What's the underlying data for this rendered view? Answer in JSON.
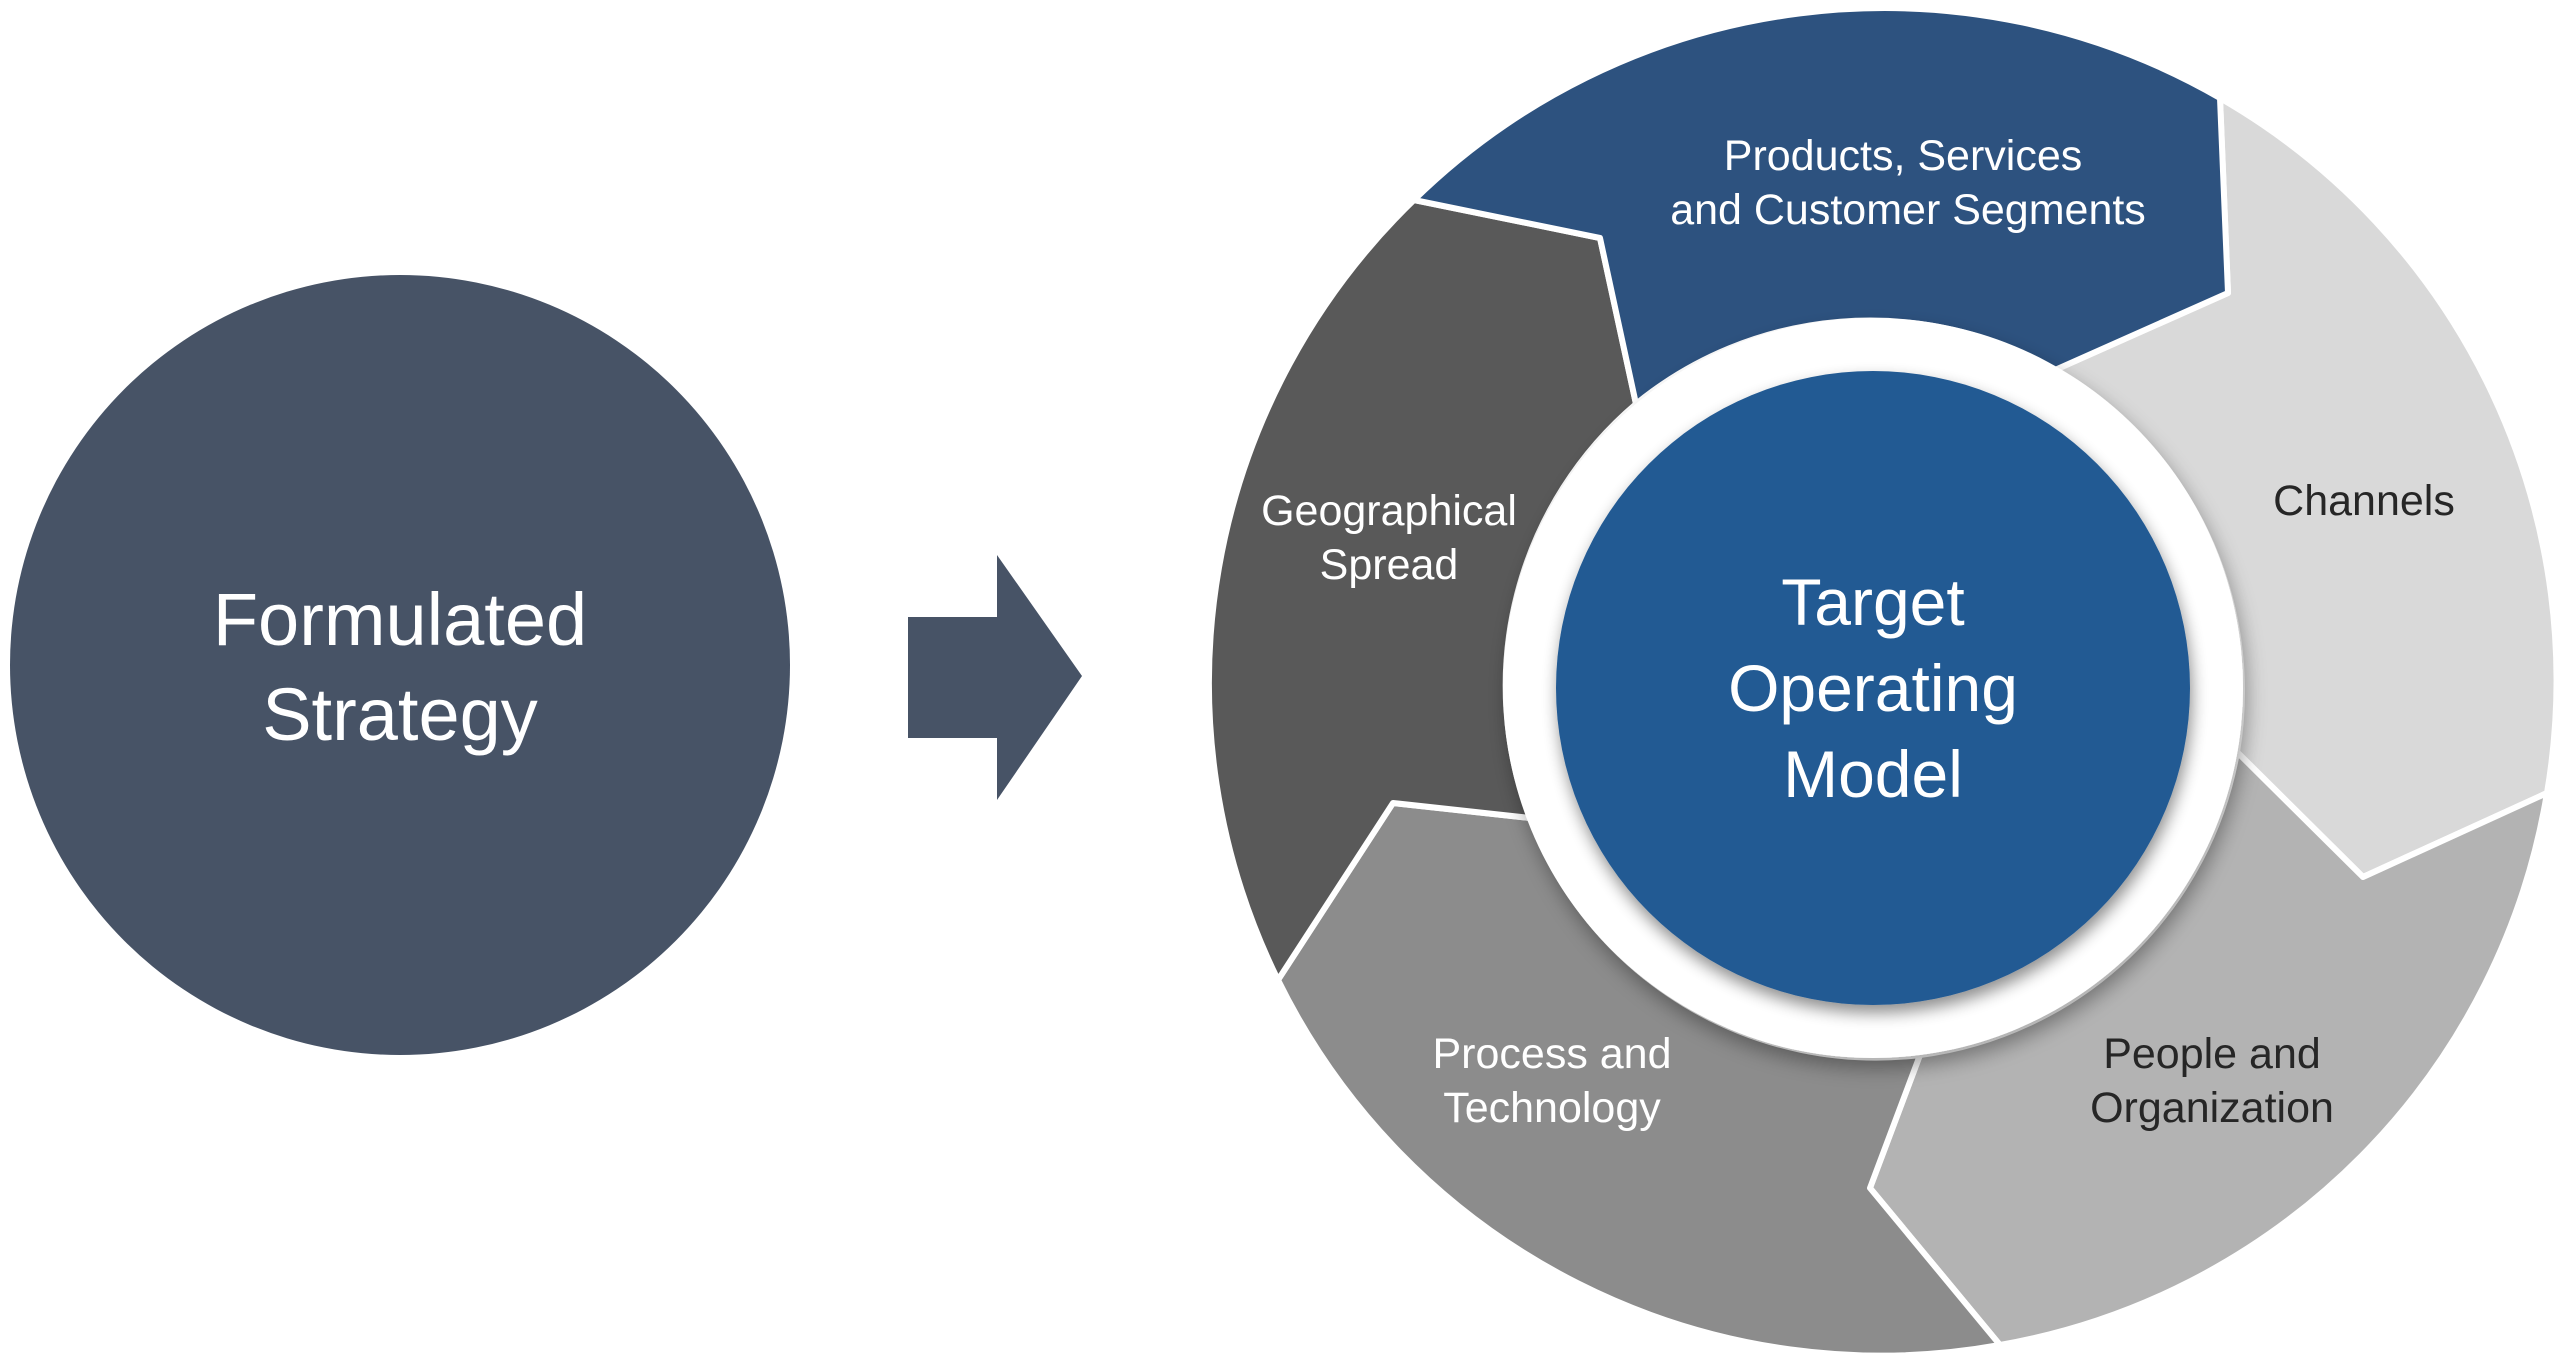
{
  "left_circle": {
    "line1": "Formulated",
    "line2": "Strategy"
  },
  "center": {
    "line1": "Target",
    "line2": "Operating",
    "line3": "Model"
  },
  "segments": {
    "products": {
      "line1": "Products, Services",
      "line2": "and Customer Segments"
    },
    "channels": {
      "line1": "Channels"
    },
    "people": {
      "line1": "People and",
      "line2": "Organization"
    },
    "process": {
      "line1": "Process and",
      "line2": "Technology"
    },
    "geo": {
      "line1": "Geographical",
      "line2": "Spread"
    }
  },
  "colors": {
    "left_circle": "#475366",
    "arrow": "#475366",
    "products": "#2D527F",
    "channels": "#D9D9D9",
    "people": "#B3B3B3",
    "process": "#8C8C8C",
    "geo": "#595959",
    "center": "#225A93",
    "separator": "#FFFFFF"
  }
}
